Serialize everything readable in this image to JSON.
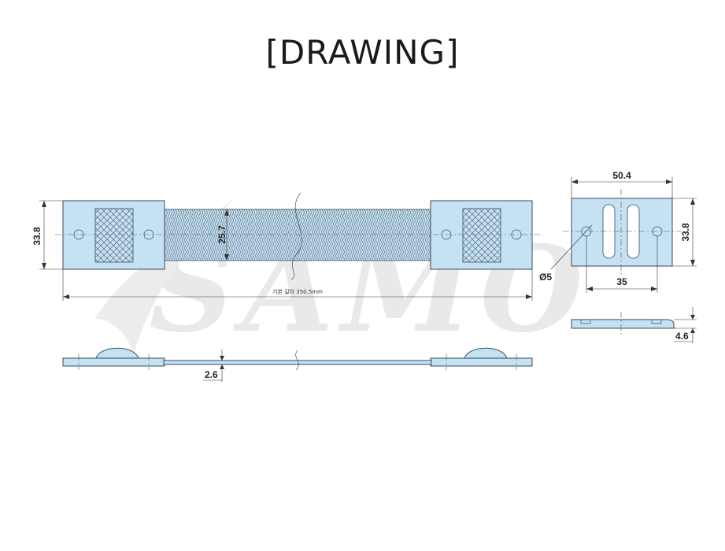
{
  "title": "[DRAWING]",
  "watermark": "SAMO",
  "colors": {
    "part_fill": "#c5e2f5",
    "line": "#3a4a58",
    "watermark": "#e8e8e8"
  },
  "dimensions": {
    "end_height": "33.8",
    "braid_width": "25.7",
    "base_length_note": "기본 길이 350.5mm",
    "hole_diameter": "Ø5",
    "end_width": "50.4",
    "hole_pitch": "35",
    "end_height_right": "33.8",
    "end_thickness": "4.6",
    "braid_thickness": "2.6"
  }
}
